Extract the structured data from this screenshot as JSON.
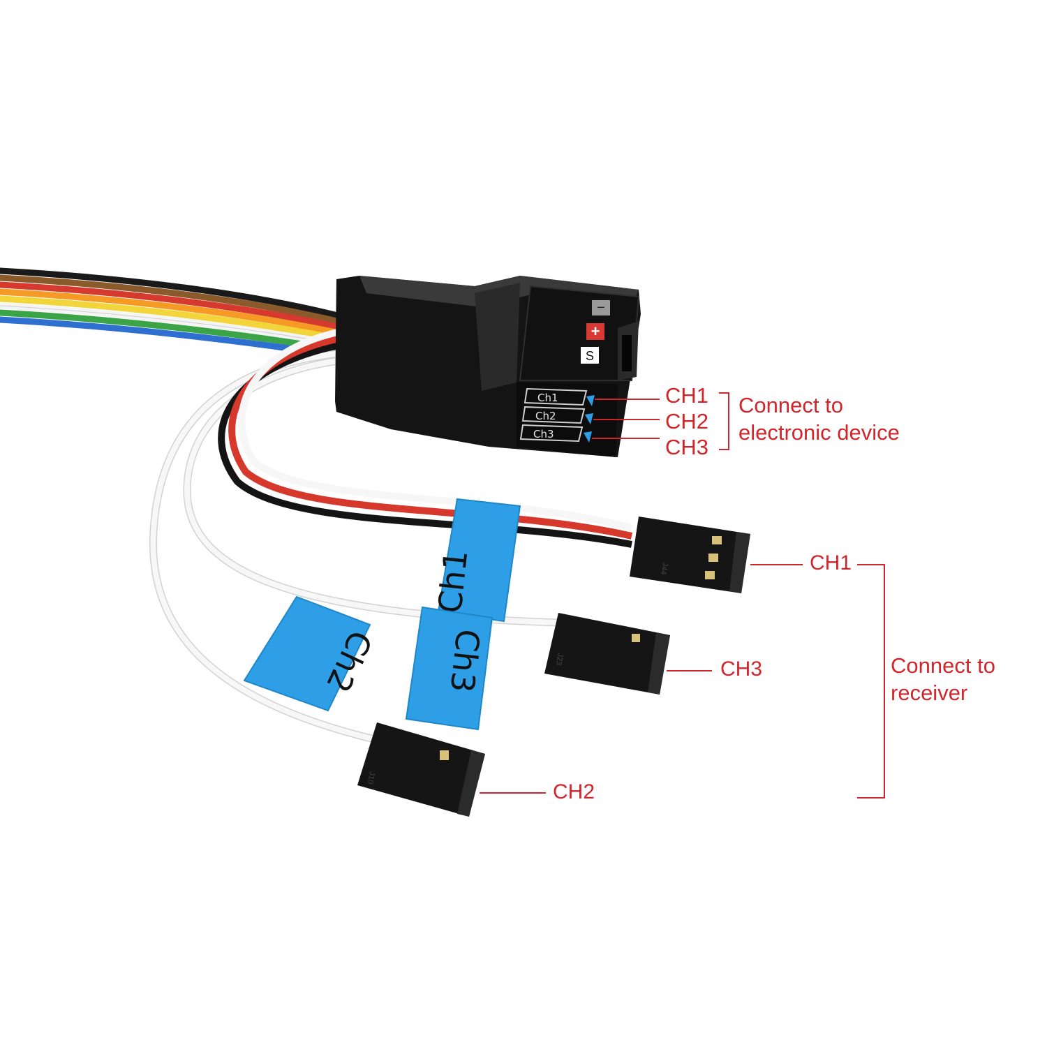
{
  "colors": {
    "label_red": "#d0262b",
    "tape_blue": "#2e9fe6",
    "device_black": "#1b1b1b"
  },
  "device": {
    "pad_labels": {
      "minus": "−",
      "plus": "+",
      "signal": "S"
    },
    "port_labels": [
      "Ch1",
      "Ch2",
      "Ch3"
    ]
  },
  "cable_tags": [
    "Ch1",
    "Ch3",
    "Ch2"
  ],
  "connector_markings": [
    "J44",
    "J23",
    "J10"
  ],
  "annotations": {
    "device_side": {
      "channels": [
        "CH1",
        "CH2",
        "CH3"
      ],
      "caption_line1": "Connect to",
      "caption_line2": "electronic device"
    },
    "receiver_side": {
      "ch1": "CH1",
      "ch3": "CH3",
      "ch2": "CH2",
      "caption_line1": "Connect to",
      "caption_line2": "receiver"
    }
  }
}
